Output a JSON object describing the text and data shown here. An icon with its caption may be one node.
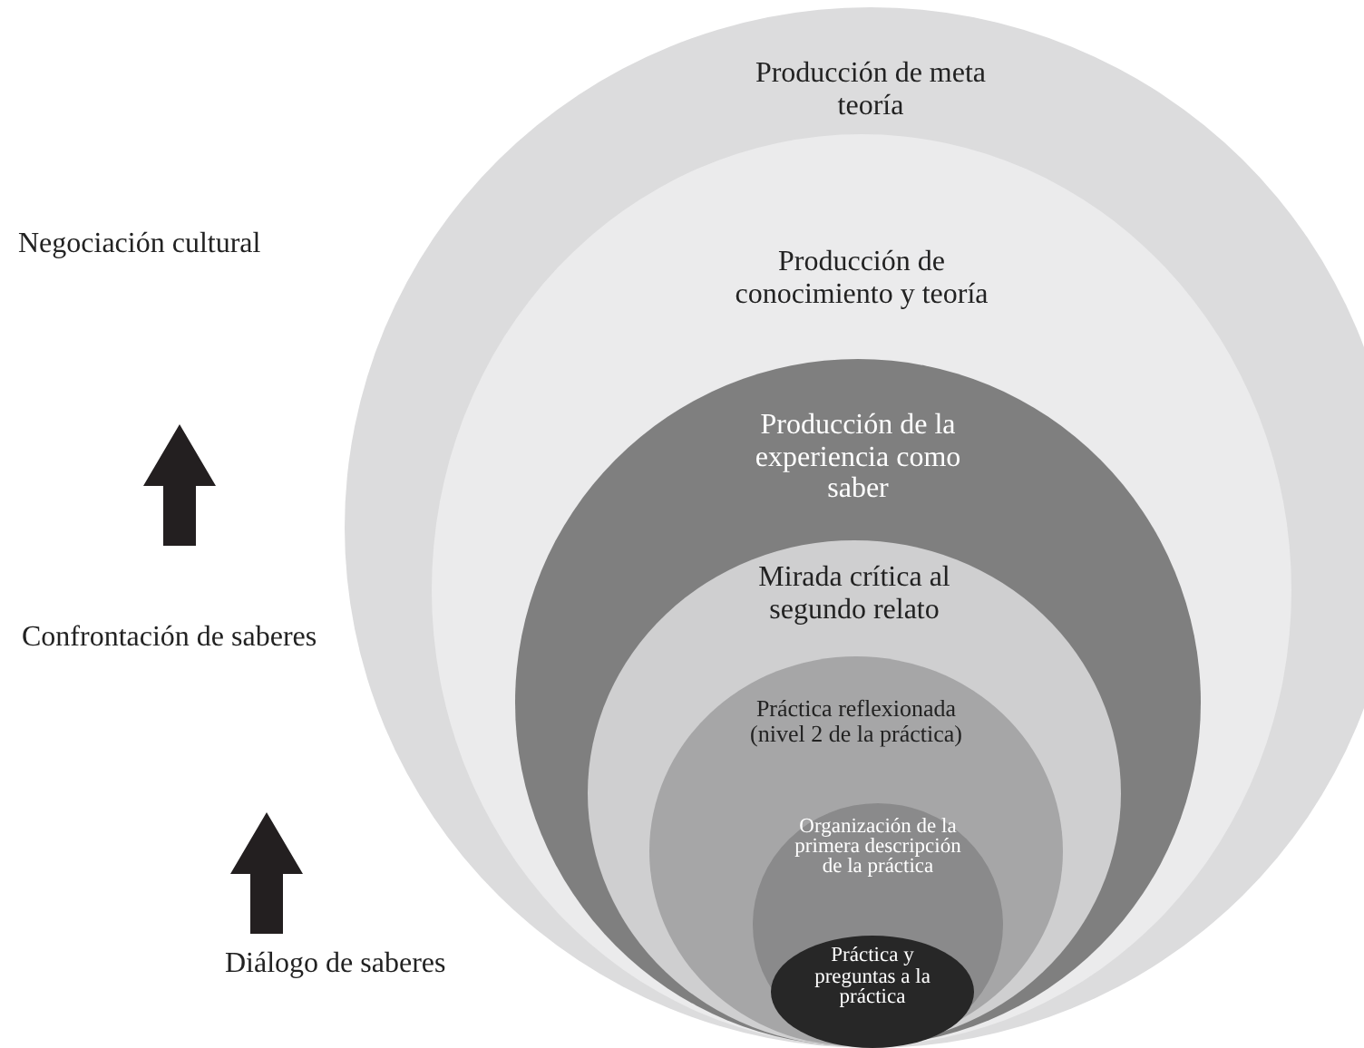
{
  "diagram": {
    "nodes": [
      {
        "text": [
          "Producción de meta teoría"
        ]
      },
      {
        "text": [
          "Producción de conocimiento y teoría"
        ],
        "in": 0
      },
      {
        "text": [
          "Producción de la experiencia como saber"
        ],
        "in": 1
      },
      {
        "text": [
          "Mirada crítica al segundo relato"
        ],
        "in": 2
      },
      {
        "text": [
          "Práctica reflexionada (nivel 2 de la práctica)"
        ],
        "in": 3
      },
      {
        "text": [
          "Organización de la primera descripción de la práctica"
        ],
        "in": 4
      },
      {
        "text": [
          "Práctica y preguntas a la práctica"
        ],
        "in": 5
      }
    ],
    "labels": [
      "Negociación cultural",
      "Confrontación de saberes",
      "Diálogo de saberes"
    ]
  }
}
